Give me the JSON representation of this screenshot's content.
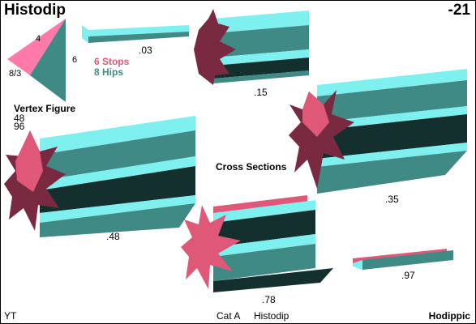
{
  "header": {
    "title": "Histodip",
    "index": "-21"
  },
  "vertex_figure": {
    "caption": "Vertex Figure",
    "count_a": "48",
    "count_b": "96",
    "edge_labels": [
      "4",
      "6",
      "8/3"
    ]
  },
  "legend": {
    "stops": "6 Stops",
    "hips": "8 Hips"
  },
  "center_label": "Cross Sections",
  "sections": [
    ".03",
    ".15",
    ".35",
    ".48",
    ".78",
    ".97"
  ],
  "footer": {
    "author": "YT",
    "category": "Cat A",
    "name": "Histodip",
    "family": "Hodippic"
  },
  "colors": {
    "pink": "#e05878",
    "cyan": "#7ff0f0",
    "teal": "#3f8a85",
    "dark": "#14302e",
    "maroon": "#7a2a40"
  }
}
